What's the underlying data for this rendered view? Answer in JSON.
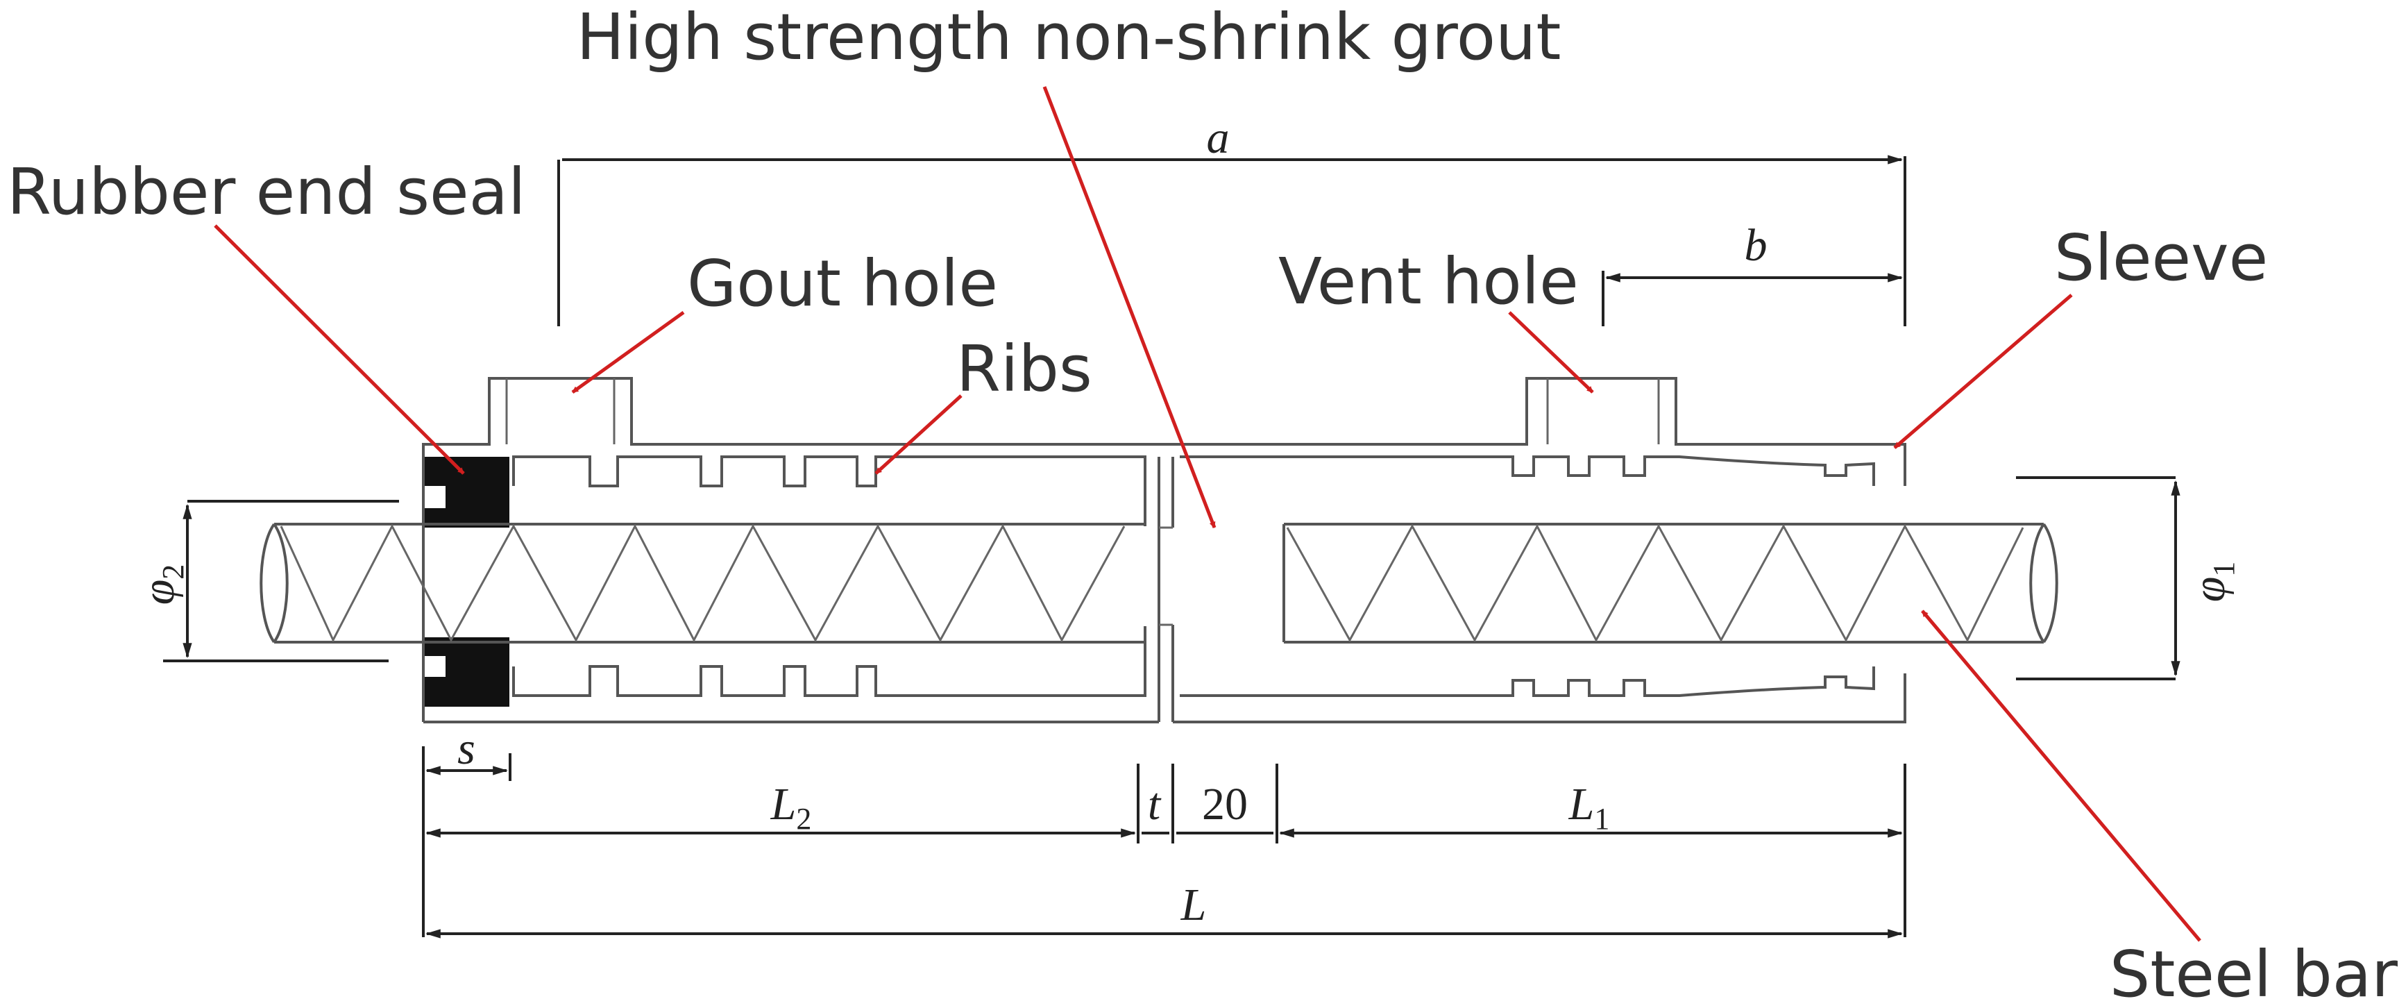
{
  "labels": {
    "grout": "High strength non-shrink grout",
    "rubber_seal": "Rubber end seal",
    "grout_hole": "Gout hole",
    "ribs": "Ribs",
    "vent_hole": "Vent hole",
    "sleeve": "Sleeve",
    "steel_bar": "Steel bar"
  },
  "dimensions": {
    "a": "a",
    "b": "b",
    "s": "s",
    "t": "t",
    "gap": "20",
    "L": "L",
    "L1_base": "L",
    "L1_sub": "1",
    "L2_base": "L",
    "L2_sub": "2",
    "phi1_base": "φ",
    "phi1_sub": "1",
    "phi2_base": "φ",
    "phi2_sub": "2"
  },
  "colors": {
    "callout_arrow": "#d11f1f",
    "seal": "#111111",
    "outline": "#555555"
  }
}
